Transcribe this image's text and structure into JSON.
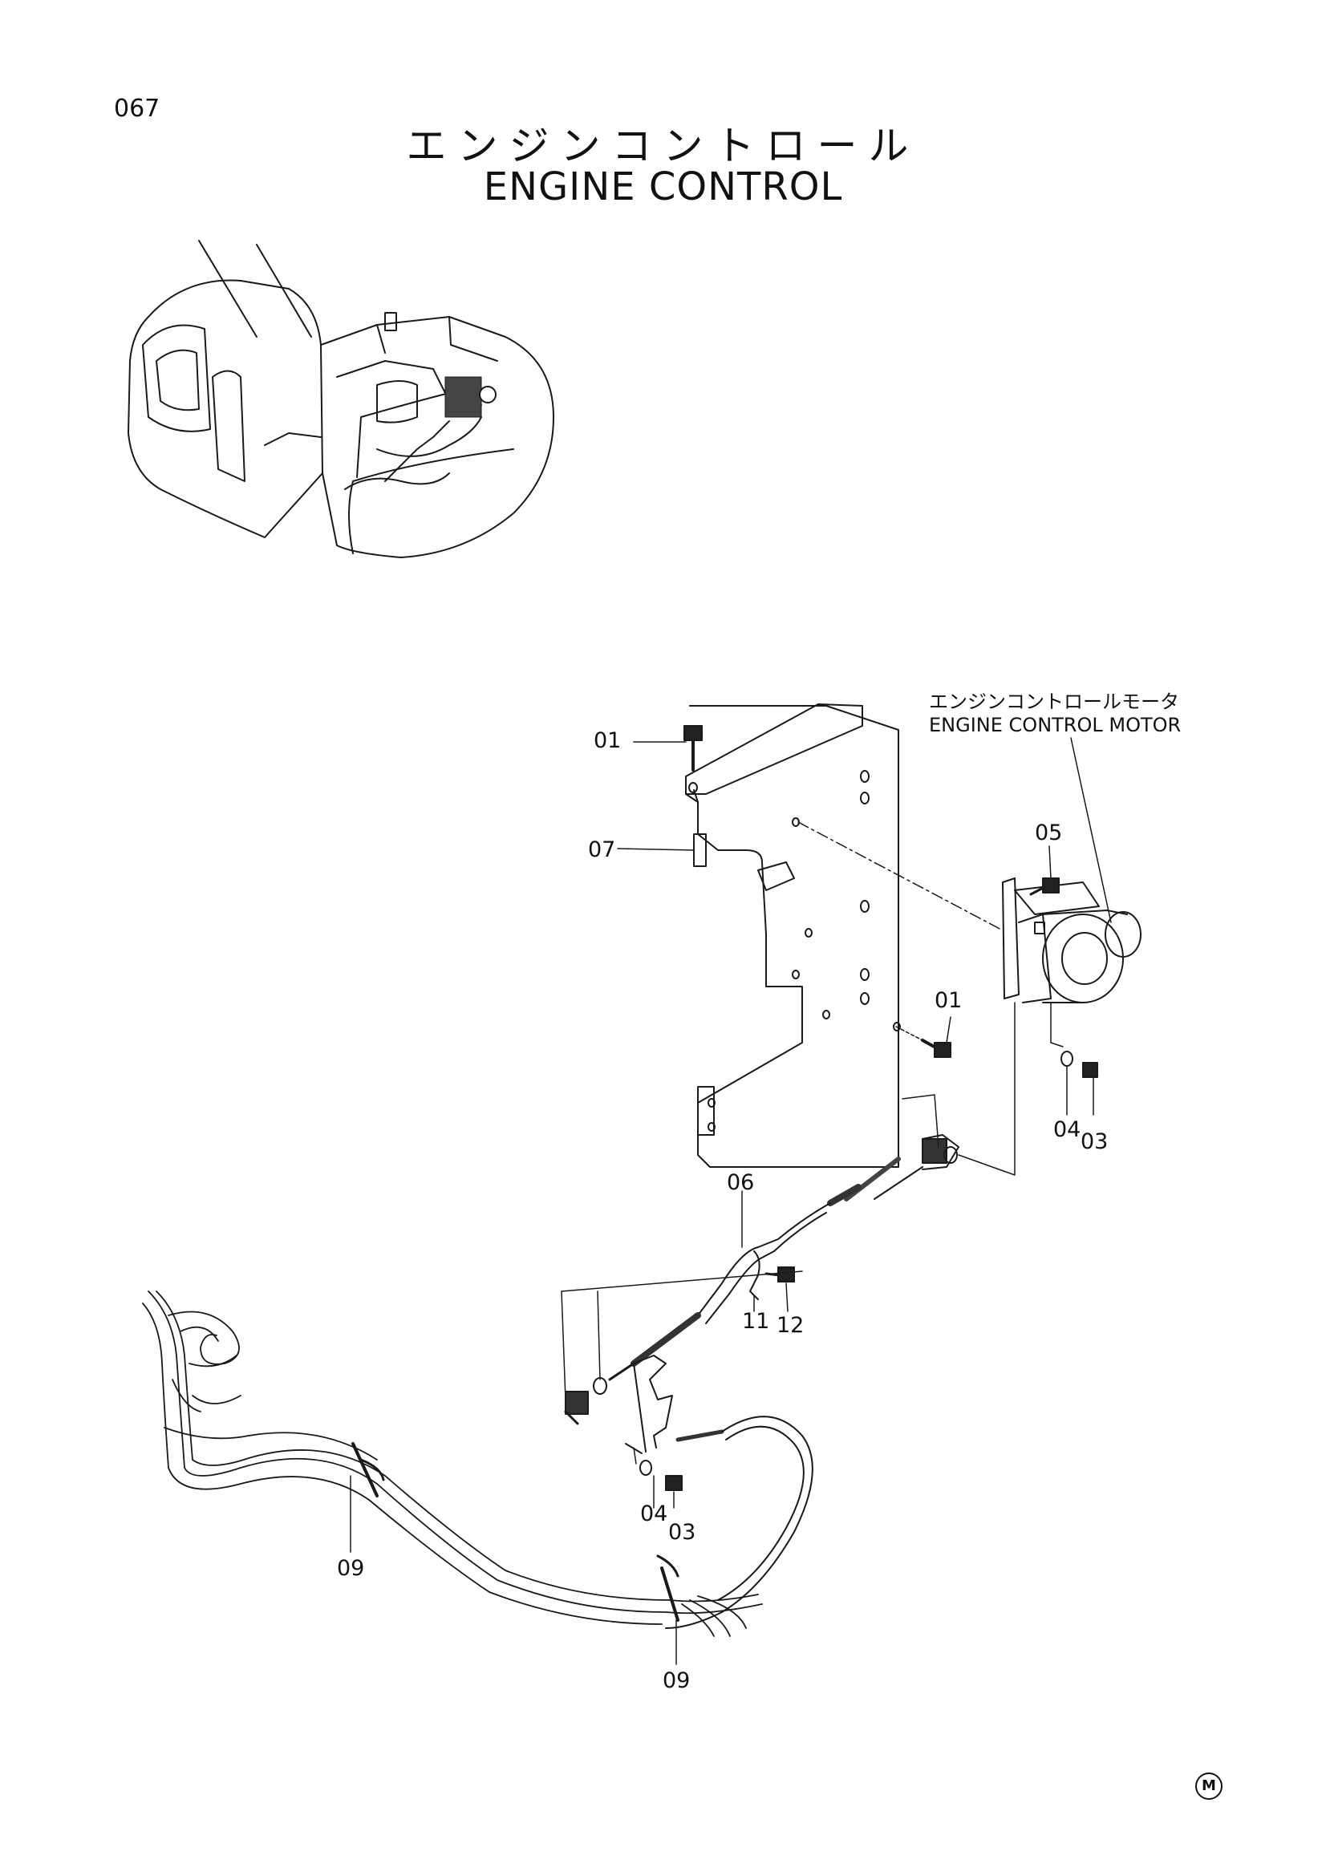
{
  "page_number": "067",
  "title_jp": "エンジンコントロール",
  "title_en": "ENGINE CONTROL",
  "callout": {
    "jp": "エンジンコントロールモータ",
    "en": "ENGINE CONTROL MOTOR"
  },
  "part_labels": {
    "p01_top": "01",
    "p07": "07",
    "p05": "05",
    "p01_mid": "01",
    "p04_right": "04",
    "p03_right": "03",
    "p06": "06",
    "p11": "11",
    "p12": "12",
    "p04_bottom": "04",
    "p03_bottom": "03",
    "p09_left": "09",
    "p09_bottom": "09"
  },
  "mark": "M"
}
